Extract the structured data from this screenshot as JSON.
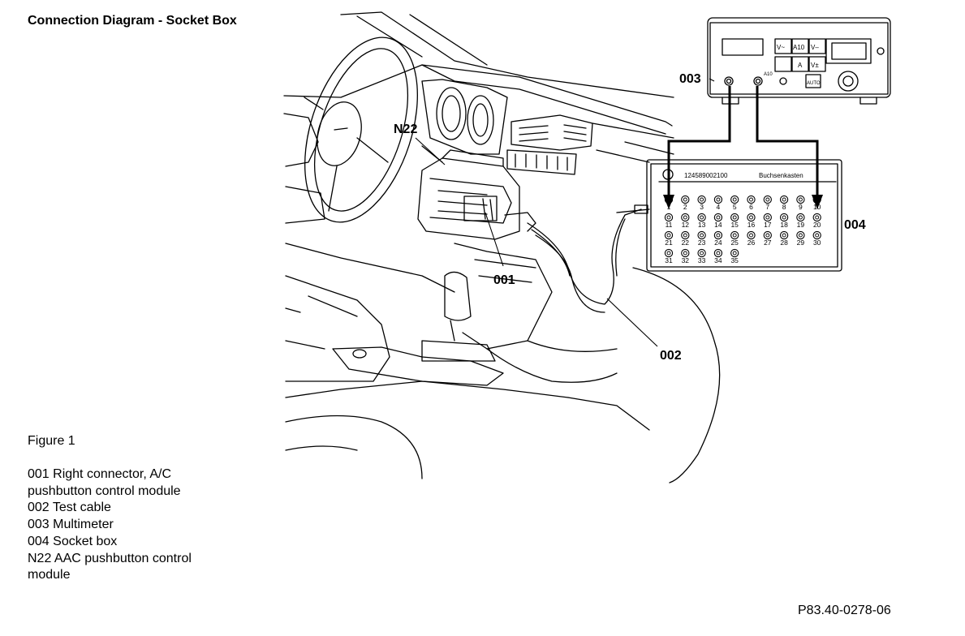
{
  "title": "Connection Diagram - Socket Box",
  "figure_label": "Figure 1",
  "legend": [
    "001 Right connector, A/C pushbutton control module",
    "002 Test cable",
    "003 Multimeter",
    "004 Socket box",
    "N22 AAC pushbutton control module"
  ],
  "reference_code": "P83.40-0278-06",
  "callouts": {
    "n22": "N22",
    "c001": "001",
    "c002": "002",
    "c003": "003",
    "c004": "004"
  },
  "socket_box": {
    "part_number": "124589002100",
    "name": "Buchsenkasten",
    "pins_row1": [
      "1",
      "2",
      "3",
      "4",
      "5",
      "6",
      "7",
      "8",
      "9",
      "10"
    ],
    "pins_row2": [
      "11",
      "12",
      "13",
      "14",
      "15",
      "16",
      "17",
      "18",
      "19",
      "20"
    ],
    "pins_row3": [
      "21",
      "22",
      "23",
      "24",
      "25",
      "26",
      "27",
      "28",
      "29",
      "30"
    ],
    "pins_row4": [
      "31",
      "32",
      "33",
      "34",
      "35"
    ]
  },
  "multimeter": {
    "key_labels": [
      "V~",
      "A10",
      "V–",
      "A",
      "V±",
      "AUTO"
    ],
    "jack_label": "A10"
  }
}
